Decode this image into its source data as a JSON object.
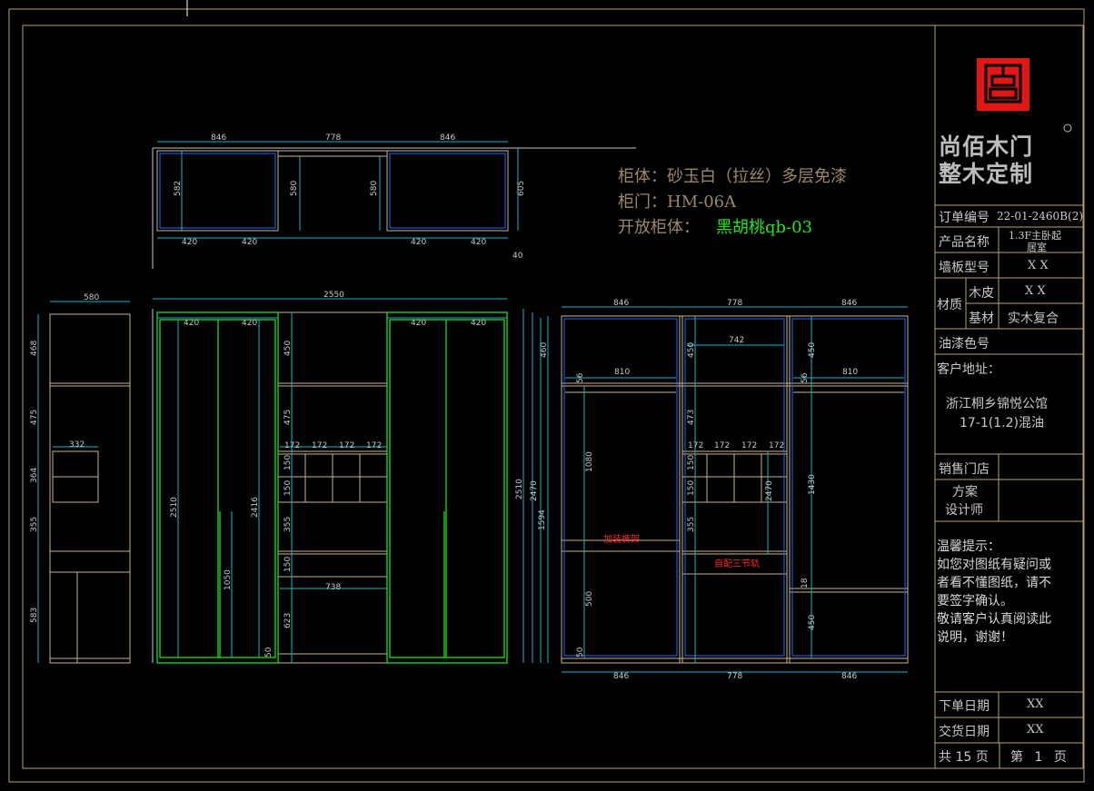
{
  "colors": {
    "background": "#000000",
    "frame": "#b8a36e",
    "cabinet_outline": "#c8b48a",
    "door_green": "#1edc1e",
    "dimension_cyan": "#19b4c8",
    "blue_edge": "#1a6cff",
    "materials_text": "#9c8866",
    "open_cabinet_text": "#22e622",
    "red_label": "#ff2a2a",
    "logo_red": "#e21818",
    "table_text": "#c8c8c8"
  },
  "materials": {
    "line1": "柜体：砂玉白（拉丝）多层免漆",
    "line2": "柜门：HM-06A",
    "line3_label": "开放柜体：",
    "line3_value": "黑胡桃qb-03"
  },
  "title_block": {
    "brand_line1": "尚佰木门",
    "brand_line2": "整木定制",
    "logo_icon": "seal-logo-icon",
    "order_no_label": "订单编号",
    "order_no": "22-01-2460B(2)",
    "product_label": "产品名称",
    "product_line1": "1.3F主卧起",
    "product_line2": "居室",
    "wall_label": "墙板型号",
    "wall_value": "X X",
    "material_label": "材质",
    "veneer_label": "木皮",
    "veneer_value": "X X",
    "base_label": "基材",
    "base_value": "实木复合",
    "paint_label": "油漆色号",
    "address_label": "客户地址：",
    "address_line1": "浙江桐乡锦悦公馆",
    "address_line2": "17-1(1.2)混油",
    "store_label": "销售门店",
    "designer_line1": "方案",
    "designer_line2": "设计师",
    "notice_lines": [
      "温馨提示：",
      "如您对图纸有疑问或",
      "者看不懂图纸，请不",
      "要签字确认。",
      "敬请客户认真阅读此",
      "说明，谢谢！"
    ],
    "order_date_label": "下单日期",
    "order_date": "XX",
    "delivery_date_label": "交货日期",
    "delivery_date": "XX",
    "total_pages_prefix": "共",
    "total_pages": "15",
    "total_pages_suffix": "页",
    "page_prefix": "第",
    "page_no": "1",
    "page_suffix": "页"
  },
  "dimensions": {
    "top_plan": {
      "widths": [
        "846",
        "778",
        "846"
      ],
      "depths": [
        "582",
        "580",
        "580",
        "605"
      ],
      "sub_widths": [
        "420",
        "420",
        "420",
        "420"
      ],
      "offset": "40"
    },
    "side_view": {
      "depth": "580",
      "shelf_width": "332",
      "heights": [
        "468",
        "475",
        "364",
        "355",
        "583"
      ]
    },
    "front_view": {
      "total_width": "2550",
      "door_widths": [
        "420",
        "420",
        "420",
        "420"
      ],
      "door_heights": [
        "2510",
        "2416"
      ],
      "handle_height": "1050",
      "base": "50",
      "right_heights": [
        "2510",
        "2470"
      ],
      "middle_heights": [
        "450",
        "475",
        "150",
        "150",
        "355",
        "150",
        "623"
      ],
      "cubby_widths": [
        "172",
        "172",
        "172",
        "172"
      ],
      "drawer_width": "738"
    },
    "interior_view": {
      "top_widths": [
        "846",
        "778",
        "846"
      ],
      "bottom_widths": [
        "846",
        "778",
        "846"
      ],
      "inner_widths": [
        "810",
        "742",
        "810"
      ],
      "left_heights": [
        "460",
        "1594"
      ],
      "col1_heights": [
        "56",
        "1080",
        "500",
        "50"
      ],
      "col2_heights": [
        "450",
        "473",
        "150",
        "150",
        "355",
        "2470"
      ],
      "col2_cubby_widths": [
        "172",
        "172",
        "172",
        "172"
      ],
      "col3_heights": [
        "450",
        "56",
        "1430",
        "18",
        "450"
      ],
      "pants_rack_label": "加装裤架",
      "drawer_label": "自配三节轨"
    }
  }
}
